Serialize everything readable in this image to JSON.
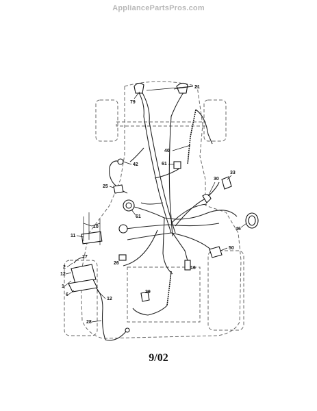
{
  "watermark": "AppliancePartsPros.com",
  "footer_date": "9/02",
  "callouts": {
    "c1": "1",
    "c2": "2",
    "c6": "6",
    "c10": "10",
    "c11": "11",
    "c12a": "12",
    "c12b": "12",
    "c16": "16",
    "c21": "21",
    "c25": "25",
    "c26": "26",
    "c27": "27",
    "c28": "28",
    "c29": "29",
    "c30": "30",
    "c33": "33",
    "c40": "40",
    "c42": "42",
    "c46": "46",
    "c50": "50",
    "c61a": "61",
    "c61b": "61",
    "c79": "79"
  }
}
